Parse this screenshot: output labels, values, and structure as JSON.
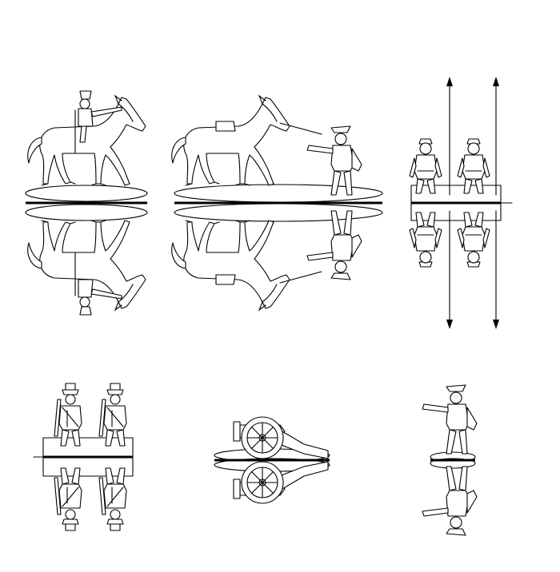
{
  "sheet": {
    "background": "#ffffff",
    "ink_color": "#000000",
    "figures": [
      {
        "name": "cavalry-trooper",
        "icon": "mounted-pikeman-icon"
      },
      {
        "name": "horse-handler",
        "icon": "man-leading-horse-icon"
      },
      {
        "name": "pikemen-pair",
        "icon": "pikemen-icon"
      },
      {
        "name": "musketeers-pair",
        "icon": "musketeers-icon"
      },
      {
        "name": "field-cannon",
        "icon": "cannon-icon"
      },
      {
        "name": "officer-pointing",
        "icon": "officer-icon"
      }
    ]
  }
}
